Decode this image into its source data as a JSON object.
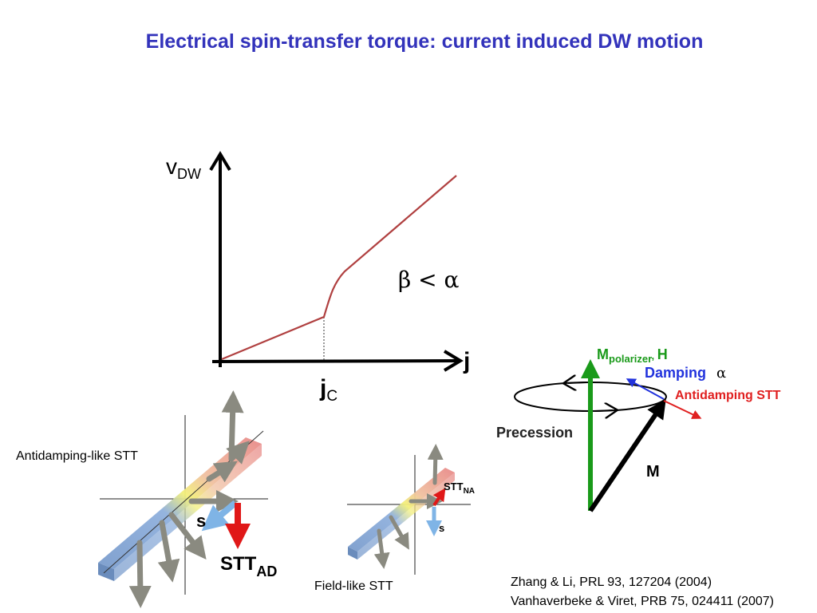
{
  "slide": {
    "title": "Electrical spin-transfer torque: current induced DW motion"
  },
  "plot": {
    "y_axis_label": "v",
    "y_axis_subscript": "DW",
    "x_axis_label": "j",
    "threshold_label": "j",
    "threshold_subscript": "C",
    "condition": "β < α",
    "curve_color": "#b04040"
  },
  "antidamping_panel": {
    "caption": "Antidamping-like STT",
    "s_label": "s",
    "stt_label": "STT",
    "stt_subscript": "AD"
  },
  "fieldlike_panel": {
    "caption": "Field-like STT",
    "stt_label": "STT",
    "stt_subscript": "NA",
    "s_label": "s"
  },
  "precession_diagram": {
    "m_polarizer_label": "M",
    "m_polarizer_subscript": "polarizer",
    "h_label": "H",
    "damping_label": "Damping",
    "alpha_symbol": "α",
    "antidamping_label": "Antidamping STT",
    "precession_label": "Precession",
    "m_label": "M",
    "colors": {
      "polarizer": "#1a9a1a",
      "damping": "#2233dd",
      "antidamping": "#e02020",
      "m": "#000000"
    }
  },
  "references": [
    "Zhang & Li, PRL 93, 127204 (2004)",
    "Vanhaverbeke & Viret, PRB 75, 024411 (2007)"
  ]
}
